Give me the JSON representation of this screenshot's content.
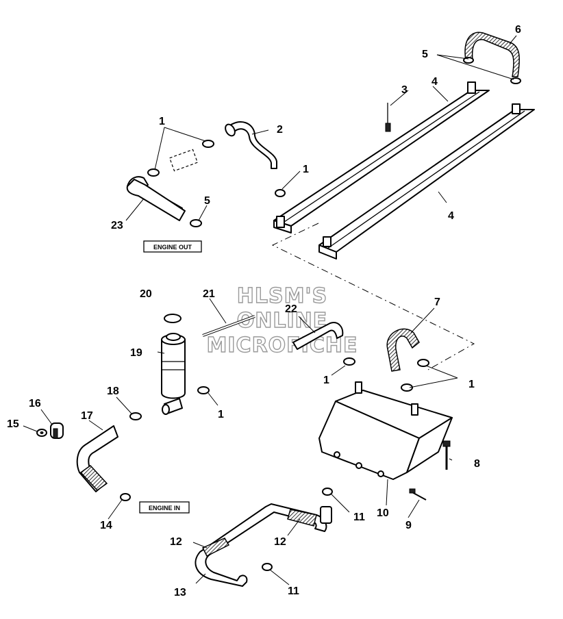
{
  "labels": {
    "engine_out": "ENGINE OUT",
    "engine_in": "ENGINE IN"
  },
  "watermark": [
    "HLSM'S",
    "ONLINE",
    "MICROFICHE"
  ],
  "callouts": {
    "c1a": "1",
    "c1b": "1",
    "c1c": "1",
    "c1d": "1",
    "c1e": "1",
    "c2": "2",
    "c3": "3",
    "c4a": "4",
    "c4b": "4",
    "c5a": "5",
    "c5b": "5",
    "c6": "6",
    "c7": "7",
    "c8": "8",
    "c9": "9",
    "c10": "10",
    "c11a": "11",
    "c11b": "11",
    "c12a": "12",
    "c12b": "12",
    "c13": "13",
    "c14": "14",
    "c15": "15",
    "c16": "16",
    "c17": "17",
    "c18": "18",
    "c19": "19",
    "c20": "20",
    "c21": "21",
    "c22": "22",
    "c23": "23"
  }
}
